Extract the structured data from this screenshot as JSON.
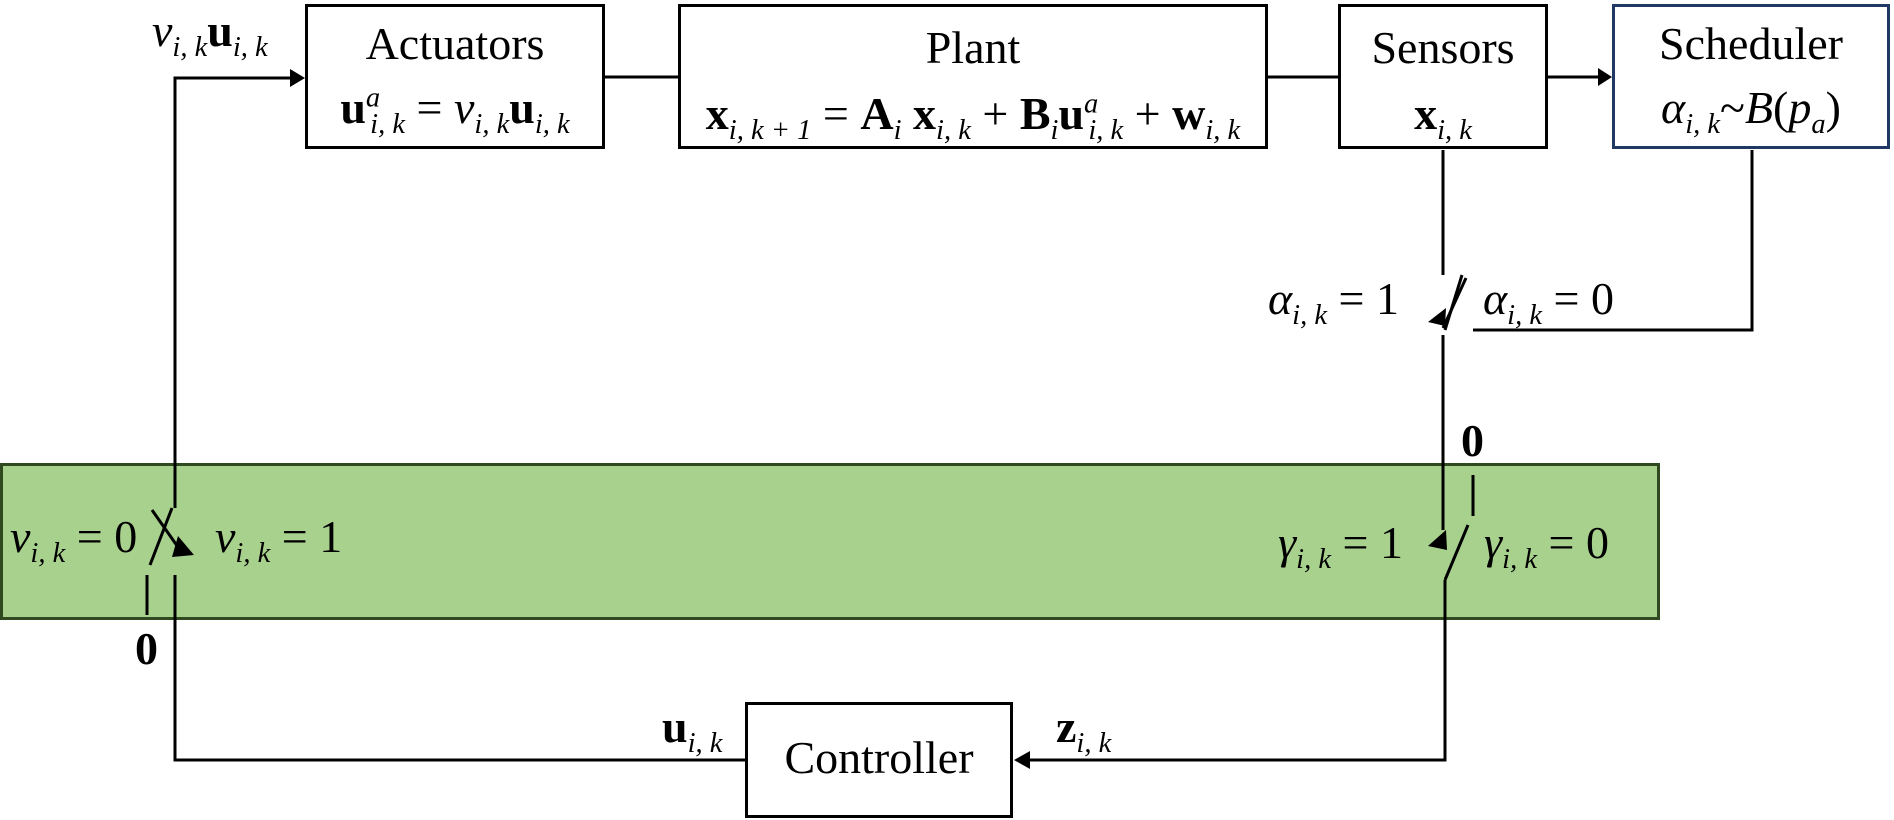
{
  "blocks": {
    "actuators": {
      "title": "Actuators"
    },
    "plant": {
      "title": "Plant"
    },
    "sensors": {
      "title": "Sensors"
    },
    "scheduler": {
      "title": "Scheduler"
    },
    "controller": {
      "title": "Controller"
    }
  },
  "constants": {
    "alpha_one": "1",
    "alpha_zero": "0",
    "gamma_one": "1",
    "gamma_zero": "0",
    "v_zero": "0",
    "v_one": "1",
    "open_zero_top": "0",
    "open_zero_bottom": "0"
  },
  "colors": {
    "network_band": "#a9d18e",
    "network_band_border": "#2f4a1e",
    "scheduler_border": "#1f3864"
  }
}
